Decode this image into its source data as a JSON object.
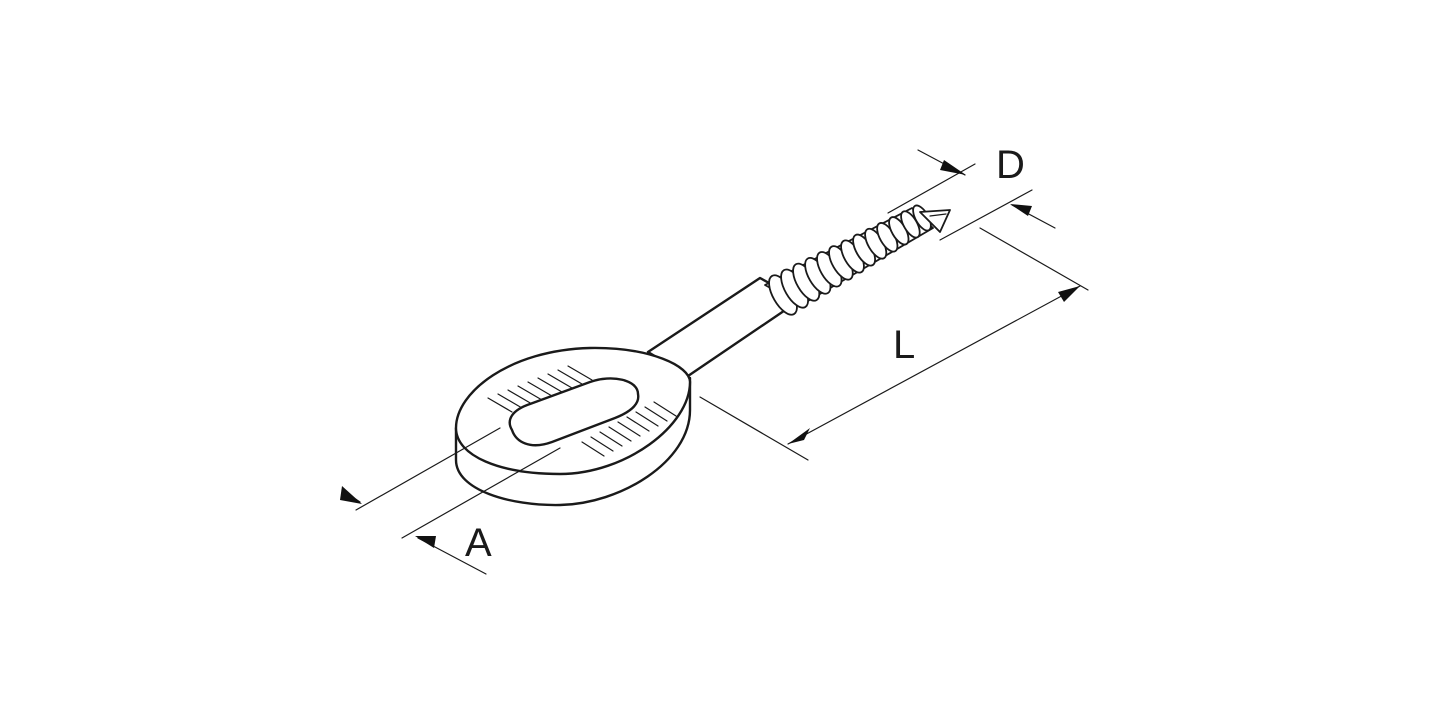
{
  "diagram": {
    "subject": "eye-screw-technical-drawing",
    "dimensions": {
      "diameter_label": "D",
      "length_label": "L",
      "eye_width_label": "A"
    },
    "colors": {
      "line": "#1a1a1a",
      "background": "#ffffff"
    }
  }
}
